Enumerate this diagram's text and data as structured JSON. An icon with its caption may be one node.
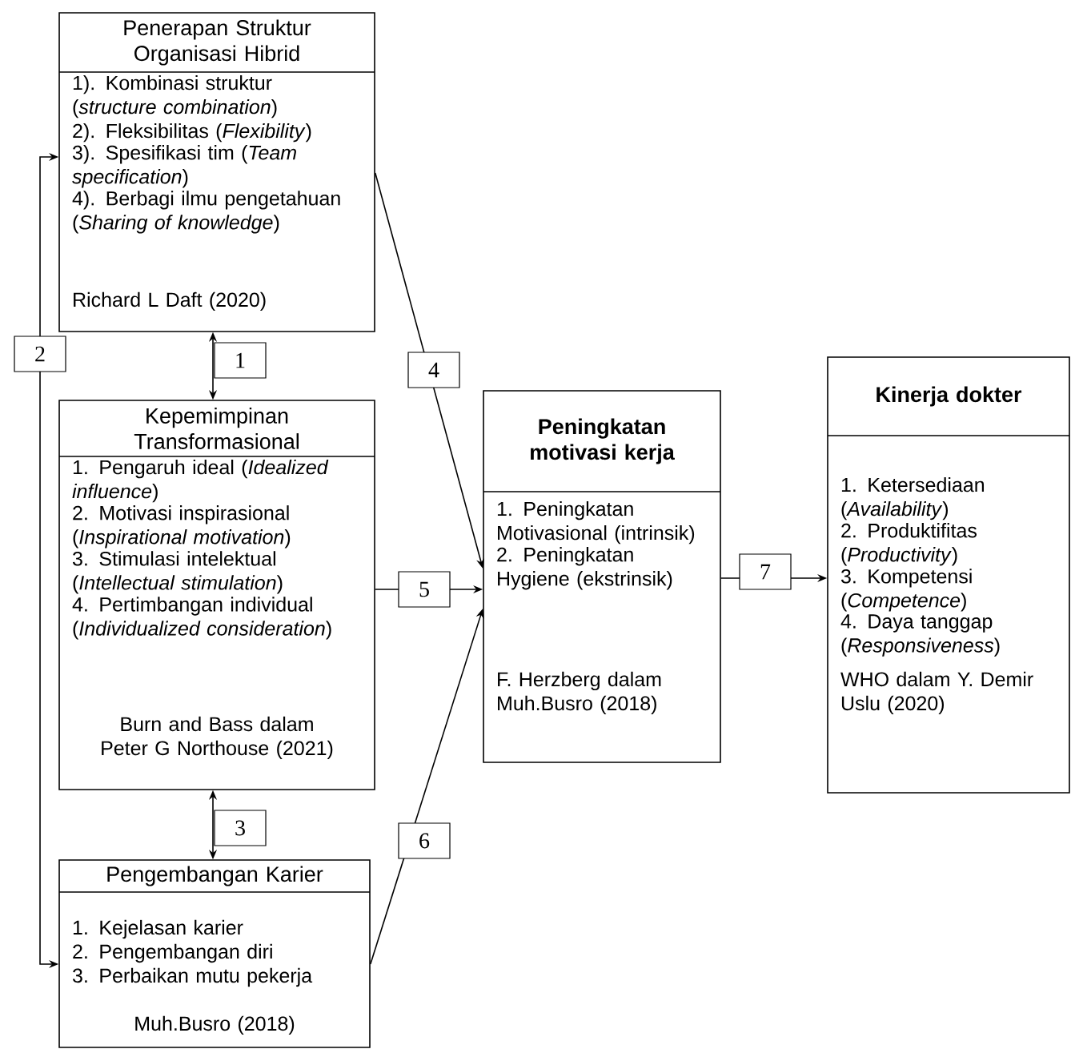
{
  "diagram": {
    "nodes": [
      {
        "text": [
          "Penerapan Struktur Organisasi Hibrid",
          "1). Kombinasi struktur (*structure combination*)",
          "2). Fleksibilitas (*Flexibility*)",
          "3). Spesifikasi tim (*Team specification*)",
          "4). Berbagi ilmu pengetahuan (*Sharing of knowledge*)",
          "Richard L Daft (2020)"
        ]
      },
      {
        "text": [
          "Kepemimpinan Transformasional",
          "1. Pengaruh ideal (*Idealized influence*)",
          "2. Motivasi inspirasional (*Inspirational motivation*)",
          "3. Stimulasi intelektual (*Intellectual stimulation*)",
          "4. Pertimbangan individual (*Individualized consideration*)",
          "Burn and Bass dalam Peter G Northouse (2021)"
        ]
      },
      {
        "text": [
          "Pengembangan Karier",
          "1. Kejelasan karier",
          "2. Pengembangan diri",
          "3. Perbaikan mutu pekerja",
          "Muh.Busro (2018)"
        ]
      },
      {
        "text": [
          "Peningkatan motivasi kerja",
          "1. Peningkatan Motivasional (intrinsik)",
          "2. Peningkatan Hygiene (ekstrinsik)",
          "F. Herzberg dalam Muh.Busro (2018)"
        ]
      },
      {
        "text": [
          "Kinerja dokter",
          "1. Ketersediaan (*Availability*)",
          "2. Produktifitas (*Productivity*)",
          "3. Kompetensi (*Competence*)",
          "4. Daya tanggap (*Responsiveness*)",
          "WHO dalam Y. Demir Uslu (2020)"
        ]
      }
    ],
    "edges": [
      {
        "from": 0,
        "to": 1,
        "arrow": "both",
        "label": "1"
      },
      {
        "from": 2,
        "to": 0,
        "arrow": "both",
        "label": "2"
      },
      {
        "from": 1,
        "to": 2,
        "arrow": "both",
        "label": "3"
      },
      {
        "from": 0,
        "to": 3,
        "arrow": "to",
        "label": "4"
      },
      {
        "from": 1,
        "to": 3,
        "arrow": "to",
        "label": "5"
      },
      {
        "from": 2,
        "to": 3,
        "arrow": "to",
        "label": "6"
      },
      {
        "from": 3,
        "to": 4,
        "arrow": "to",
        "label": "7"
      }
    ]
  }
}
